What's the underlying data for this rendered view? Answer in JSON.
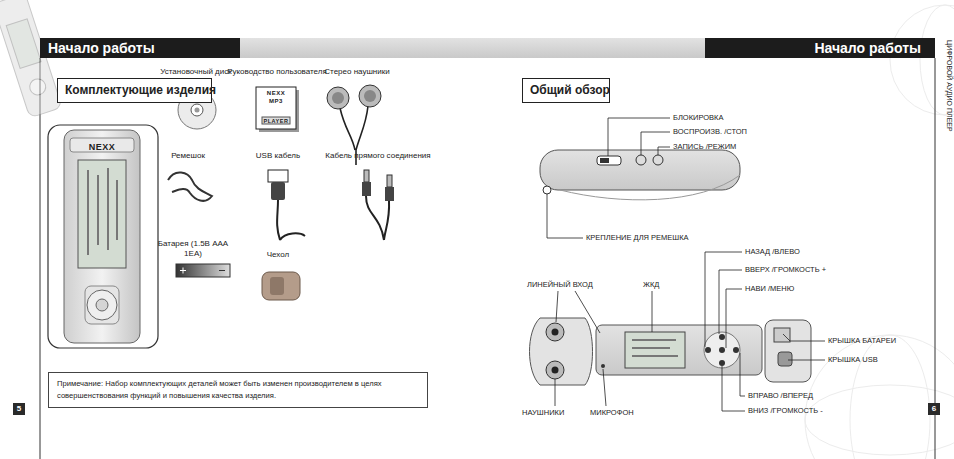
{
  "diagram": {
    "nodes": [
      {
        "text": [
          "Начало работы"
        ]
      },
      {
        "text": [
          "Начало работы"
        ]
      },
      {
        "text": [
          "Комплектующие изделия"
        ]
      },
      {
        "text": [
          "Примечание: Набор комплектующих деталей может быть изменен производителем в целях совершенствования функций и повышения качества изделия."
        ]
      },
      {
        "text": [
          "5"
        ]
      },
      {
        "text": [
          "Общий обзор"
        ]
      },
      {
        "text": [
          "6"
        ]
      }
    ],
    "labels": [
      "Установочный диск",
      "Руководство пользователя",
      "Стерео наушники",
      "Ремешок",
      "USB кабель",
      "Кабель прямого соединения",
      "Батарея (1.5В AAA 1EA)",
      "Чехол",
      "ЦИФРОВОЙ АУДИО ПЛЕЕР",
      "БЛОКИРОВКА",
      "ВОСПРОИЗВ. /СТОП",
      "ЗАПИСЬ /РЕЖИМ",
      "КРЕПЛЕНИЕ ДЛЯ РЕМЕШКА",
      "НАЗАД /ВЛЕВО",
      "ВВЕРХ /ГРОМКОСТЬ +",
      "НАВИ /МЕНЮ",
      "ЛИНЕЙНЫЙ ВХОД",
      "ЖКД",
      "КРЫШКА БАТАРЕИ",
      "КРЫШКА USB",
      "ВПРАВО /ВПЕРЕД",
      "ВНИЗ /ГРОМКОСТЬ -",
      "НАУШНИКИ",
      "МИКРОФОН",
      "NEXX",
      "NEXX",
      "MP3",
      "PLAYER"
    ]
  }
}
